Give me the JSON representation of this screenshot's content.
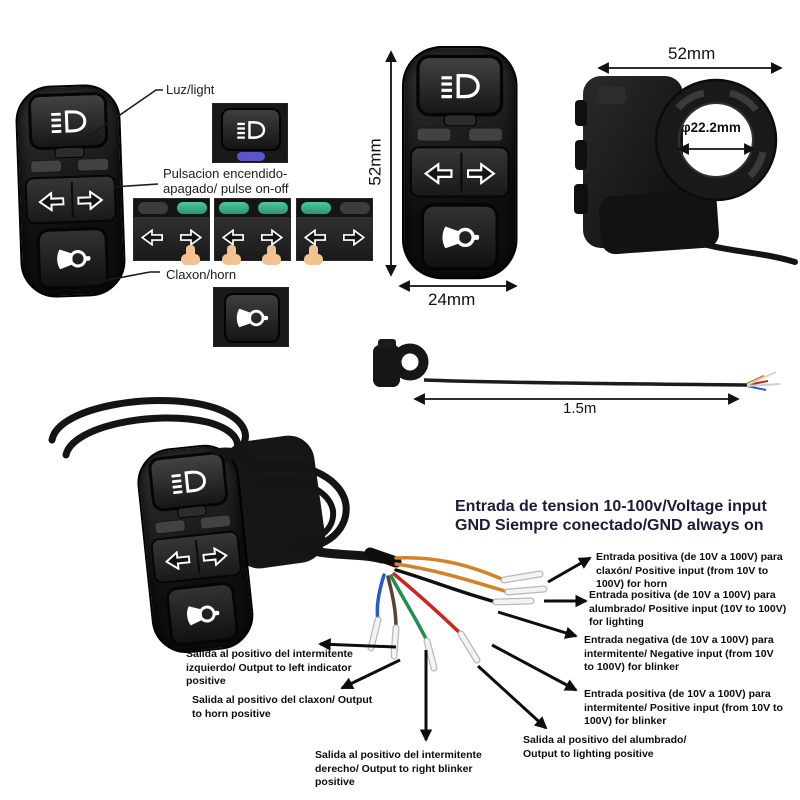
{
  "product": {
    "type": "handlebar-switch-diagram",
    "callouts": {
      "light": "Luz/light",
      "pulse": "Pulsacion encendido-apagado/ pulse on-off",
      "horn": "Claxon/horn"
    },
    "dimensions": {
      "switch_height": "52mm",
      "switch_width": "24mm",
      "clamp_width": "52mm",
      "clamp_inner_diameter": "φ22.2mm",
      "cable_length": "1.5m"
    }
  },
  "wiring_info": {
    "title_line1": "Entrada de tension 10-100v/Voltage input",
    "title_line2": "GND Siempre conectado/GND always on",
    "right_labels": [
      {
        "text": "Entrada positiva (de 10V a 100V) para claxón/ Positive input (from 10V to 100V) for horn"
      },
      {
        "text": "Entrada positiva (de 10V a 100V) para alumbrado/ Positive input (10V to 100V) for lighting"
      },
      {
        "text": "Entrada negativa (de 10V a 100V) para intermitente/ Negative input (from 10V to 100V) for blinker"
      },
      {
        "text": "Entrada positiva (de 10V a 100V) para intermitente/ Positive input (from 10V to 100V) for blinker"
      },
      {
        "text": "Salida al positivo del alumbrado/ Output to lighting positive"
      }
    ],
    "left_labels": [
      {
        "text": "Salida al positivo del intermitente izquierdo/ Output to left indicator positive"
      },
      {
        "text": "Salida al positivo del claxon/ Output to horn positive"
      },
      {
        "text": "Salida al positivo del intermitente derecho/ Output to right blinker positive"
      }
    ]
  },
  "colors": {
    "green_indicator": "#2a9671",
    "blue_indicator": "#5b55cb",
    "title_ink": "#1c1b38",
    "wire_orange": "#d4822a",
    "wire_black": "#0f0f0f",
    "wire_red": "#c8281e",
    "wire_green": "#1f8f4e",
    "wire_brown": "#5f4030",
    "wire_blue": "#2b59c3",
    "terminal_white": "#f3f3f3"
  }
}
